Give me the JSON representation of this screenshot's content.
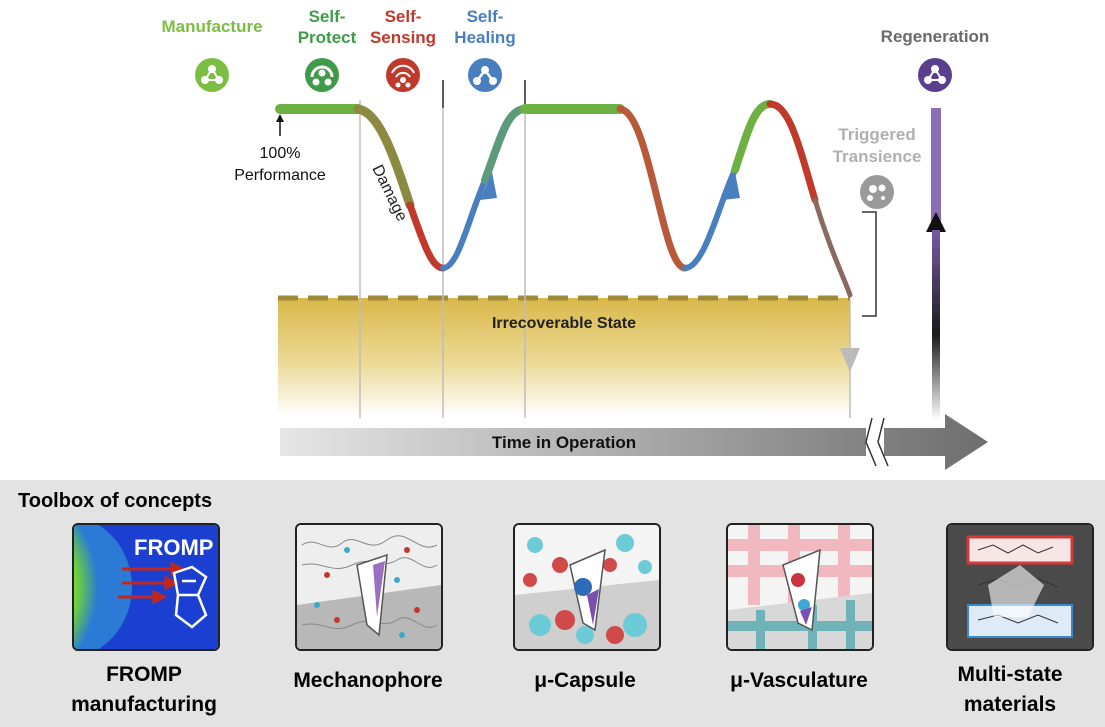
{
  "stages": {
    "manufacture": {
      "label": "Manufacture",
      "color": "#7cbd44"
    },
    "self_protect": {
      "line1": "Self-",
      "line2": "Protect",
      "color": "#3f9a4a"
    },
    "self_sensing": {
      "line1": "Self-",
      "line2": "Sensing",
      "color": "#c0392b"
    },
    "self_healing": {
      "line1": "Self-",
      "line2": "Healing",
      "color": "#4a7fbf"
    },
    "regeneration": {
      "label": "Regeneration",
      "color": "#6a6a6a",
      "icon_color": "#5b3f8f"
    },
    "triggered_transience": {
      "line1": "Triggered",
      "line2": "Transience",
      "color": "#b0b0b0"
    }
  },
  "annotations": {
    "performance_line1": "100%",
    "performance_line2": "Performance",
    "damage": "Damage",
    "irrecoverable": "Irrecoverable State",
    "time_axis": "Time in Operation"
  },
  "toolbox": {
    "title": "Toolbox of concepts",
    "fromp_badge": "FROMP",
    "items": [
      {
        "line1": "FROMP",
        "line2": "manufacturing"
      },
      {
        "label": "Mechanophore"
      },
      {
        "label": "μ-Capsule"
      },
      {
        "label": "μ-Vasculature"
      },
      {
        "line1": "Multi-state",
        "line2": "materials"
      }
    ]
  }
}
